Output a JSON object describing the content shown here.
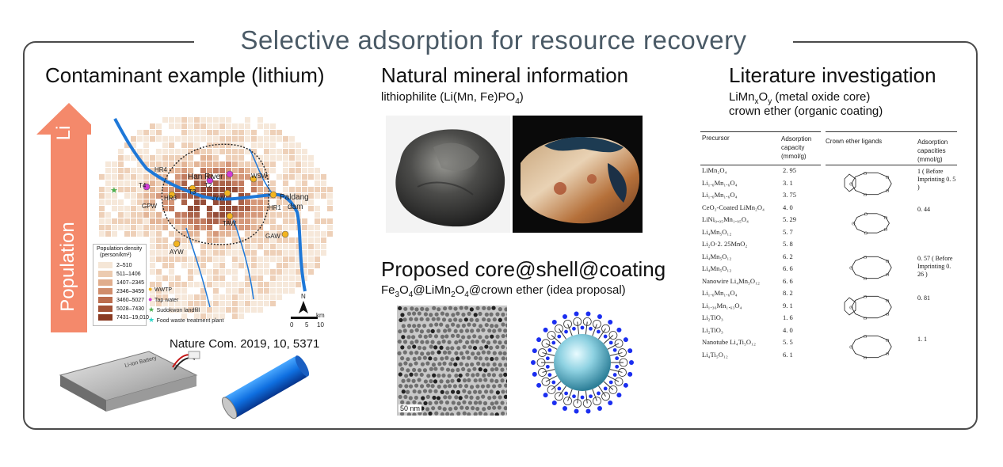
{
  "title": "Selective adsorption for resource recovery",
  "left": {
    "heading": "Contaminant example (lithium)",
    "arrow_top_label": "Li",
    "arrow_bottom_label": "Population",
    "map": {
      "labels": [
        "HR4",
        "Han River",
        "T2",
        "T4",
        "T3",
        "WSW",
        "GPW",
        "HR3",
        "JYW",
        "Paldang",
        "dam",
        "HR1",
        "TAW",
        "GAW",
        "AYW"
      ],
      "legend_title": "Population density",
      "legend_unit": "(person/km²)",
      "legend_bins": [
        "2–510",
        "511–1406",
        "1407–2345",
        "2346–3459",
        "3460–5027",
        "5028–7430",
        "7431–19,010"
      ],
      "legend_colors": [
        "#f5e6d6",
        "#eccbb0",
        "#e0ad8c",
        "#d08d6c",
        "#bb6d4e",
        "#a25236",
        "#8a3a22"
      ],
      "markers": [
        "WWTP",
        "Tap water",
        "Sudokwon landfill",
        "Food waste treatment plant"
      ],
      "scale_labels": [
        "0",
        "5",
        "10"
      ],
      "scale_unit": "km",
      "north": "N"
    },
    "citation": "Nature Com. 2019, 10,  5371",
    "battery_label": "Li-ion Battery"
  },
  "middle": {
    "heading": "Natural mineral information",
    "subtitle": "lithiophilite (Li(Mn, Fe)PO",
    "subtitle_sub": "4",
    "subtitle_end": ")",
    "heading2": "Proposed core@shell@coating",
    "subtitle2_parts": [
      "Fe",
      "3",
      "O",
      "4",
      "@LiMn",
      "2",
      "O",
      "4",
      "@crown ether (idea proposal)"
    ],
    "tem_scale": "50 nm"
  },
  "right": {
    "heading": "Literature investigation",
    "line1_parts": [
      "LiMn",
      "x",
      "O",
      "y",
      " (metal oxide core)"
    ],
    "line2": "crown ether (organic coating)",
    "table_headers": [
      "Precursor",
      "Adsorption capacity (mmol/g)",
      "Crown ether ligands",
      "Adsorption capacities (mmol/g)"
    ],
    "rows": [
      {
        "p": "LiMn₂O₄",
        "c": "2. 95"
      },
      {
        "p": "Li₁.₆Mn₁.₆O₄",
        "c": "3. 1"
      },
      {
        "p": "Li₁.₆Mn₁.₆O₄",
        "c": "3. 75"
      },
      {
        "p": "CeO₂-Coated LiMn₂O₄",
        "c": "4. 0"
      },
      {
        "p": "LiNi₀.₀₅Mn₁.₉₅O₄",
        "c": "5. 29"
      },
      {
        "p": "Li₄Mn₅O₁₂",
        "c": "5. 7"
      },
      {
        "p": "Li₂O·2. 25MnO₂",
        "c": "5. 8"
      },
      {
        "p": "Li₄Mn₅O₁₂",
        "c": "6. 2"
      },
      {
        "p": "Li₄Mn₅O₁₂",
        "c": "6. 6"
      },
      {
        "p": "Nanowire Li₄Mn₅O₁₂",
        "c": "6. 6"
      },
      {
        "p": "Li₁.₆Mn₁.₆O₄",
        "c": "8. 2"
      },
      {
        "p": "Li₁.₃₆Mn₁.₆₃O₄",
        "c": "9. 1"
      },
      {
        "p": "Li₂TiO₃",
        "c": "1. 6"
      },
      {
        "p": "Li₂TiO₃",
        "c": "4. 0"
      },
      {
        "p": "Nanotube Li₄Ti₅O₁₂",
        "c": "5. 5"
      },
      {
        "p": "Li₄Ti₅O₁₂",
        "c": "6. 1"
      }
    ],
    "ligand_values": [
      "1 ( Before Imprinting 0. 5 )",
      "0. 44",
      "0. 57 ( Before Imprinting 0. 26 )",
      "0. 81",
      "1. 1"
    ]
  }
}
